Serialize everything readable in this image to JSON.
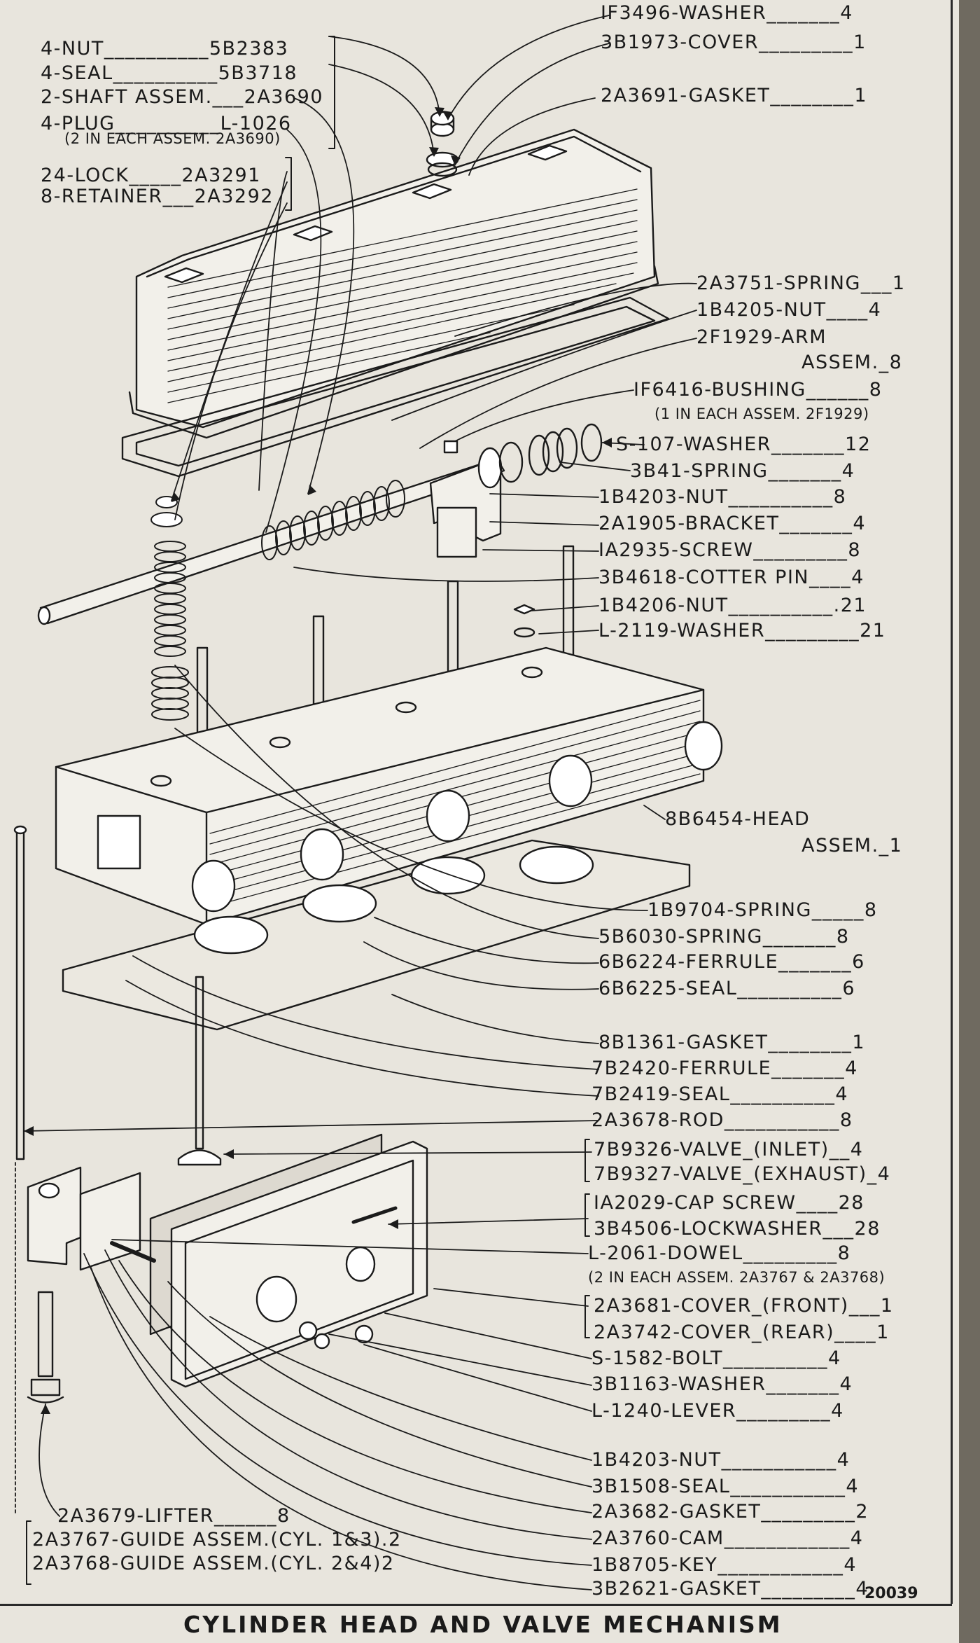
{
  "labels": [
    {
      "id": "washer-1f3496",
      "text": "IF3496-WASHER_______4"
    },
    {
      "id": "cover-3b1973",
      "text": "3B1973-COVER_________1"
    },
    {
      "id": "gasket-2a3691",
      "text": "2A3691-GASKET________1"
    },
    {
      "id": "nut-5b2383",
      "text": "4-NUT__________5B2383"
    },
    {
      "id": "seal-5b3718",
      "text": "4-SEAL__________5B3718"
    },
    {
      "id": "shaft-2a3690",
      "text": "2-SHAFT ASSEM.___2A3690"
    },
    {
      "id": "plug-l1026",
      "text": "4-PLUG__________L-1026"
    },
    {
      "id": "plug-note",
      "text": "(2 IN EACH ASSEM. 2A3690)"
    },
    {
      "id": "lock-2a3291",
      "text": "24-LOCK_____2A3291"
    },
    {
      "id": "retainer-2a3292",
      "text": "8-RETAINER___2A3292"
    },
    {
      "id": "spring-2a3751",
      "text": "2A3751-SPRING___1"
    },
    {
      "id": "nut-1b4205",
      "text": "1B4205-NUT____4"
    },
    {
      "id": "arm-2f1929",
      "text": "2F1929-ARM"
    },
    {
      "id": "arm-qty",
      "text": "ASSEM._8"
    },
    {
      "id": "bushing-1f6416",
      "text": "IF6416-BUSHING______8"
    },
    {
      "id": "bushing-note",
      "text": "(1 IN EACH ASSEM. 2F1929)"
    },
    {
      "id": "washer-s107",
      "text": "S-107-WASHER_______12"
    },
    {
      "id": "spring-3b41",
      "text": "3B41-SPRING_______4"
    },
    {
      "id": "nut-1b4203-top",
      "text": "1B4203-NUT__________8"
    },
    {
      "id": "bracket-2a1905",
      "text": "2A1905-BRACKET_______4"
    },
    {
      "id": "screw-1a2935",
      "text": "IA2935-SCREW_________8"
    },
    {
      "id": "cotter-3b4618",
      "text": "3B4618-COTTER PIN____4"
    },
    {
      "id": "nut-1b4206",
      "text": "1B4206-NUT__________.21"
    },
    {
      "id": "washer-l2119",
      "text": "L-2119-WASHER_________21"
    },
    {
      "id": "head-8b6454",
      "text": "8B6454-HEAD"
    },
    {
      "id": "head-qty",
      "text": "ASSEM._1"
    },
    {
      "id": "spring-1b9704",
      "text": "1B9704-SPRING_____8"
    },
    {
      "id": "spring-5b6030",
      "text": "5B6030-SPRING_______8"
    },
    {
      "id": "ferrule-6b6224",
      "text": "6B6224-FERRULE_______6"
    },
    {
      "id": "seal-6b6225",
      "text": "6B6225-SEAL__________6"
    },
    {
      "id": "gasket-8b1361",
      "text": "8B1361-GASKET________1"
    },
    {
      "id": "ferrule-7b2420",
      "text": "7B2420-FERRULE_______4"
    },
    {
      "id": "seal-7b2419",
      "text": "7B2419-SEAL__________4"
    },
    {
      "id": "rod-2a3678",
      "text": "2A3678-ROD___________8"
    },
    {
      "id": "valve-7b9326",
      "text": "7B9326-VALVE_(INLET)__4"
    },
    {
      "id": "valve-7b9327",
      "text": "7B9327-VALVE_(EXHAUST)_4"
    },
    {
      "id": "capscrew-1a2029",
      "text": "IA2029-CAP SCREW____28"
    },
    {
      "id": "lockwasher-3b4506",
      "text": "3B4506-LOCKWASHER___28"
    },
    {
      "id": "dowel-l2061",
      "text": "L-2061-DOWEL_________8"
    },
    {
      "id": "dowel-note",
      "text": "(2 IN EACH ASSEM. 2A3767 & 2A3768)"
    },
    {
      "id": "cover-2a3681",
      "text": "2A3681-COVER_(FRONT)___1"
    },
    {
      "id": "cover-2a3742",
      "text": "2A3742-COVER_(REAR)____1"
    },
    {
      "id": "bolt-s1582",
      "text": "S-1582-BOLT__________4"
    },
    {
      "id": "washer-3b1163",
      "text": "3B1163-WASHER_______4"
    },
    {
      "id": "lever-l1240",
      "text": "L-1240-LEVER_________4"
    },
    {
      "id": "nut-1b4203-bottom",
      "text": "1B4203-NUT___________4"
    },
    {
      "id": "seal-3b1508",
      "text": "3B1508-SEAL___________4"
    },
    {
      "id": "gasket-2a3682",
      "text": "2A3682-GASKET_________2"
    },
    {
      "id": "cam-2a3760",
      "text": "2A3760-CAM____________4"
    },
    {
      "id": "key-1b8705",
      "text": "1B8705-KEY____________4"
    },
    {
      "id": "gasket-3b2621",
      "text": "3B2621-GASKET_________4"
    },
    {
      "id": "lifter-2a3679",
      "text": "2A3679-LIFTER______8"
    },
    {
      "id": "guide-2a3767",
      "text": "2A3767-GUIDE ASSEM.(CYL. 1&3).2"
    },
    {
      "id": "guide-2a3768",
      "text": "2A3768-GUIDE ASSEM.(CYL. 2&4)2"
    }
  ],
  "figure_number": "20039",
  "title": "CYLINDER HEAD AND VALVE MECHANISM"
}
